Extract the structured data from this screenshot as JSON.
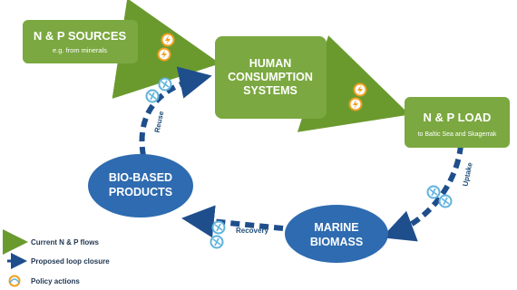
{
  "nodes": {
    "sources": {
      "title": "N & P SOURCES",
      "subtitle": "e.g. from minerals"
    },
    "human": {
      "title_lines": [
        "HUMAN",
        "CONSUMPTION",
        "SYSTEMS"
      ]
    },
    "load": {
      "title": "N & P LOAD",
      "subtitle": "to Baltic Sea and Skagerrak"
    },
    "marine": {
      "title_lines": [
        "MARINE",
        "BIOMASS"
      ]
    },
    "biobased": {
      "title_lines": [
        "BIO-BASED",
        "PRODUCTS"
      ]
    }
  },
  "arrows": {
    "reuse": "Reuse",
    "uptake": "Uptake",
    "recovery": "Recovery"
  },
  "legend": {
    "current_flows": "Current N & P flows",
    "proposed_loop": "Proposed loop closure",
    "policy_actions": "Policy actions"
  },
  "colors": {
    "green_box": "#7ba840",
    "green_arrow": "#6a9a2e",
    "blue_ellipse": "#2e6bb0",
    "blue_arrow": "#1f4e8c",
    "policy_orange": "#f0a020",
    "policy_blue": "#5fb3dd"
  }
}
